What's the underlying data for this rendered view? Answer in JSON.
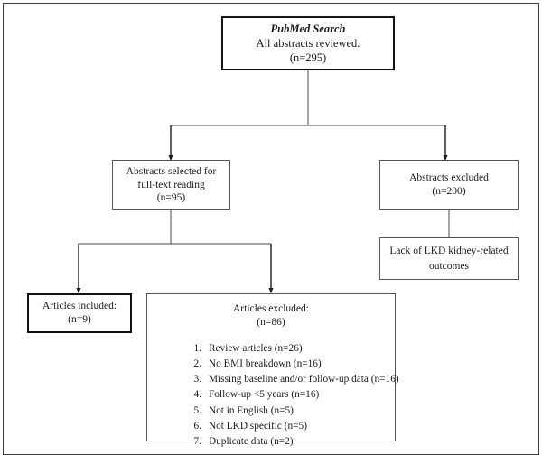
{
  "figure": {
    "type": "prisma-style-flow-diagram",
    "frame": "thin-outer-border"
  },
  "nodes": {
    "pubmed_search": {
      "name": "PubMed Search",
      "line1": "PubMed Search",
      "line2": "All abstracts reviewed.",
      "line3": "(n=295)",
      "count": 295,
      "emphasis": "thick-border"
    },
    "abstracts_selected": {
      "line1": "Abstracts selected for",
      "line2": "full-text reading",
      "line3": "(n=95)",
      "count": 95
    },
    "abstracts_excluded": {
      "line1": "Abstracts excluded",
      "line2": "(n=200)",
      "count": 200
    },
    "lack_lkd": {
      "line1": "Lack of LKD kidney-related",
      "line2": "outcomes"
    },
    "articles_included": {
      "line1": "Articles included:",
      "line2": "(n=9)",
      "count": 9,
      "emphasis": "thick-border"
    },
    "articles_excluded": {
      "line1": "Articles excluded:",
      "line2": "(n=86)",
      "count": 86,
      "reasons": [
        {
          "index": 1,
          "text": "Review articles (n=26)",
          "count": 26
        },
        {
          "index": 2,
          "text": "No BMI breakdown (n=16)",
          "count": 16
        },
        {
          "index": 3,
          "text": "Missing baseline and/or follow-up data (n=16)",
          "count": 16
        },
        {
          "index": 4,
          "text": "Follow-up <5 years (n=16)",
          "count": 16
        },
        {
          "index": 5,
          "text": "Not in English (n=5)",
          "count": 5
        },
        {
          "index": 6,
          "text": "Not LKD specific (n=5)",
          "count": 5
        },
        {
          "index": 7,
          "text": "Duplicate data (n=2)",
          "count": 2
        }
      ]
    }
  },
  "colors": {
    "stroke": "#555555",
    "stroke_thick": "#111111",
    "frame": "#3a3a3a",
    "background": "#ffffff",
    "text": "#1a1a1a"
  }
}
